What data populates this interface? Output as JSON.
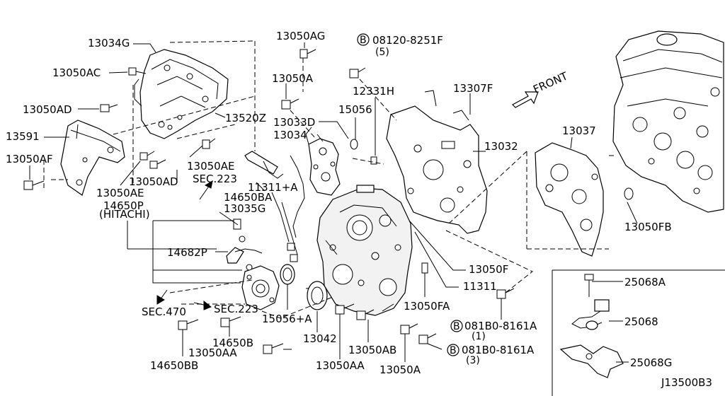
{
  "labels": {
    "p13034G": "13034G",
    "p13050AC": "13050AC",
    "p13050AD_a": "13050AD",
    "p13591": "13591",
    "p13050AF": "13050AF",
    "p13050AE_a": "13050AE",
    "p13050AD_b": "13050AD",
    "p13050AE_b": "13050AE",
    "p13520Z": "13520Z",
    "p13050AG": "13050AG",
    "p13050A_a": "13050A",
    "p13033D": "13033D",
    "p13034": "13034",
    "p15056": "15056",
    "p12331H": "12331H",
    "p13307F": "13307F",
    "p08120": "08120-8251F",
    "p08120_qty": "(5)",
    "front": "FRONT",
    "p13032": "13032",
    "p13037": "13037",
    "p13050FB": "13050FB",
    "sec223_a": "SEC.223",
    "p14650P": "14650P",
    "hitachi": "(HITACHI)",
    "p11311A": "11311+A",
    "p14650BA": "14650BA",
    "p13035G": "13035G",
    "p14682P": "14682P",
    "sec470": "SEC.470",
    "sec223_b": "SEC.223",
    "p15056A": "15056+A",
    "p13042": "13042",
    "p14650B": "14650B",
    "p13050AA_a": "13050AA",
    "p14650BB": "14650BB",
    "p13050AA_b": "13050AA",
    "p13050AB": "13050AB",
    "p13050A_b": "13050A",
    "p13050F": "13050F",
    "p11311": "11311",
    "p13050FA": "13050FA",
    "p081B0_a": "081B0-8161A",
    "p081B0_a_qty": "(1)",
    "p081B0_b": "081B0-8161A",
    "p081B0_b_qty": "(3)",
    "p25068A": "25068A",
    "p25068": "25068",
    "p25068G": "25068G",
    "diagram_id": "J13500B3",
    "circle_b": "B"
  }
}
